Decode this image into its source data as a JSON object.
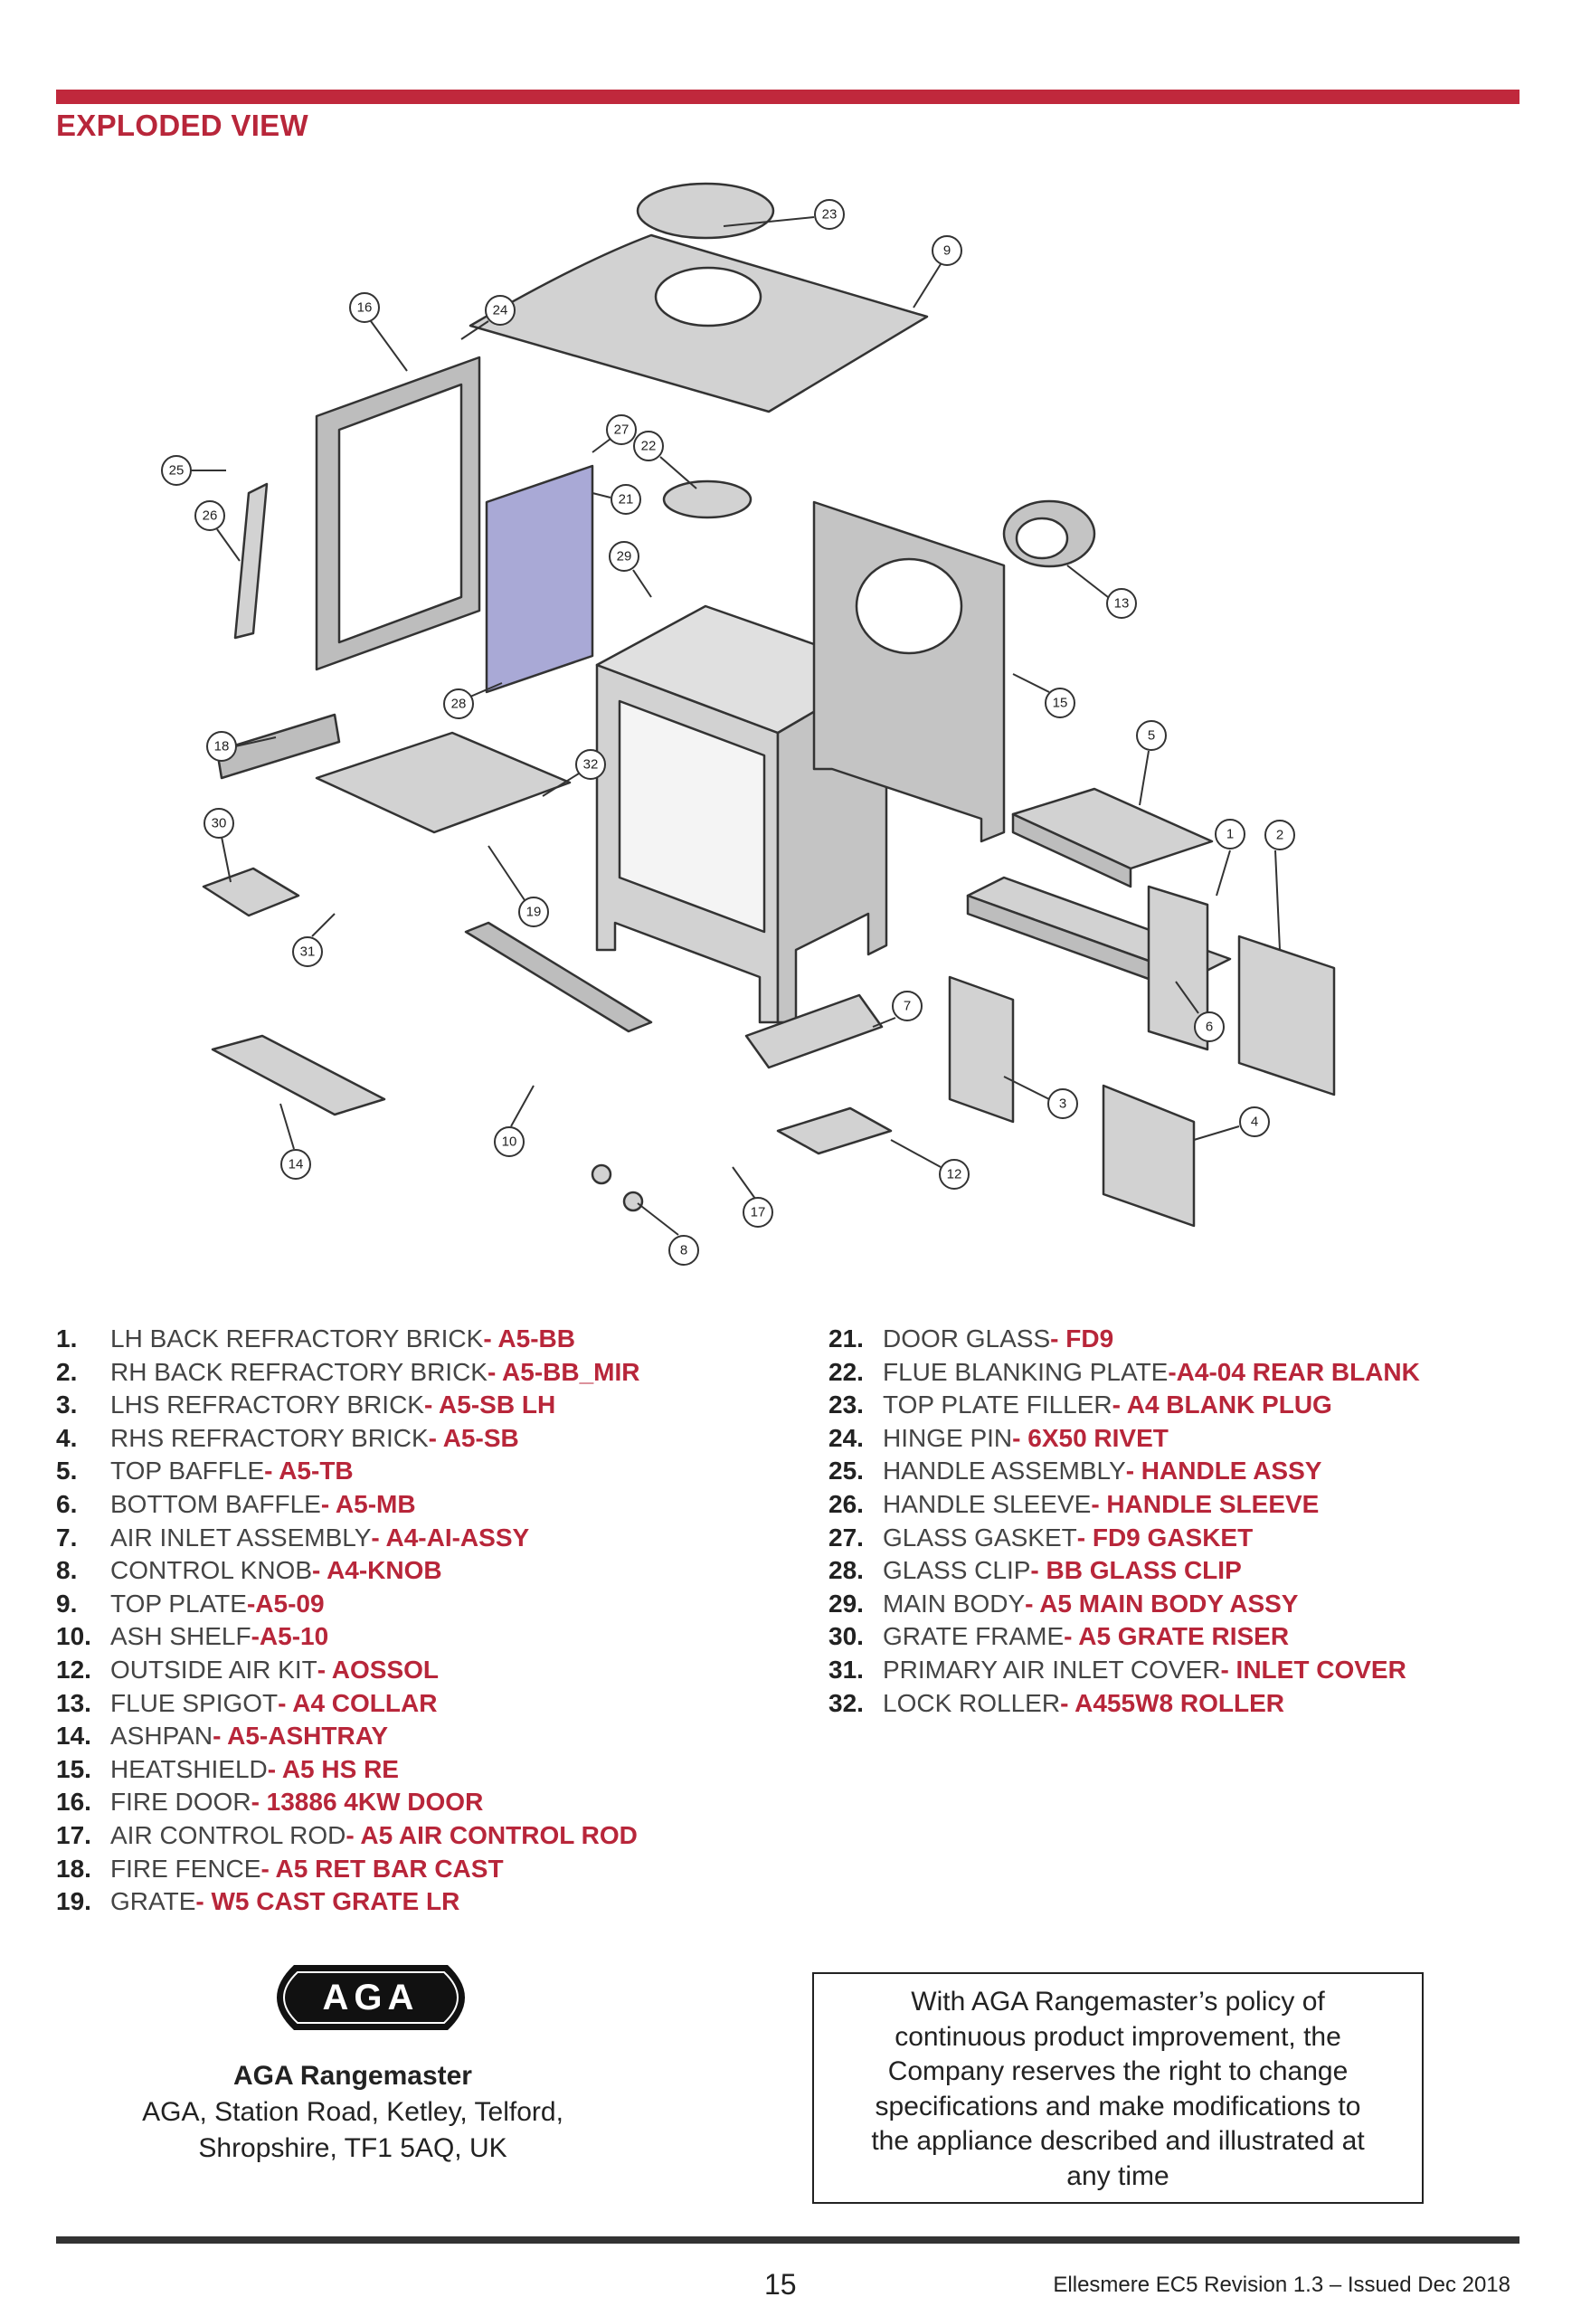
{
  "header": {
    "title": "EXPLODED VIEW"
  },
  "colors": {
    "accent": "#b8263a",
    "rule": "#c0283c",
    "glass": "#a9a9d6",
    "part_fill": "#d2d2d2"
  },
  "callouts": [
    "1",
    "2",
    "3",
    "4",
    "5",
    "6",
    "7",
    "8",
    "9",
    "10",
    "12",
    "13",
    "14",
    "15",
    "16",
    "17",
    "18",
    "19",
    "21",
    "22",
    "23",
    "24",
    "25",
    "26",
    "27",
    "28",
    "29",
    "30",
    "31",
    "32"
  ],
  "parts_left": [
    {
      "num": "1.",
      "name": "LH BACK REFRACTORY BRICK",
      "code": " - A5-BB"
    },
    {
      "num": "2.",
      "name": "RH BACK REFRACTORY BRICK",
      "code": " - A5-BB_MIR"
    },
    {
      "num": "3.",
      "name": "LHS REFRACTORY BRICK",
      "code": " - A5-SB LH"
    },
    {
      "num": "4.",
      "name": "RHS REFRACTORY BRICK",
      "code": " - A5-SB"
    },
    {
      "num": "5.",
      "name": "TOP BAFFLE",
      "code": " - A5-TB"
    },
    {
      "num": "6.",
      "name": "BOTTOM BAFFLE",
      "code": " - A5-MB"
    },
    {
      "num": "7.",
      "name": "AIR INLET ASSEMBLY",
      "code": " - A4-AI-ASSY"
    },
    {
      "num": "8.",
      "name": "CONTROL KNOB",
      "code": " - A4-KNOB"
    },
    {
      "num": "9.",
      "name": "TOP PLATE",
      "code": " -A5-09"
    },
    {
      "num": "10.",
      "name": "ASH SHELF",
      "code": " -A5-10"
    },
    {
      "num": "12.",
      "name": "OUTSIDE AIR KIT",
      "code": " - AOSSOL"
    },
    {
      "num": "13.",
      "name": "FLUE SPIGOT",
      "code": " - A4 COLLAR"
    },
    {
      "num": "14.",
      "name": "ASHPAN",
      "code": " - A5-ASHTRAY"
    },
    {
      "num": "15.",
      "name": "HEATSHIELD",
      "code": " - A5 HS RE"
    },
    {
      "num": "16.",
      "name": "FIRE DOOR",
      "code": " - 13886 4KW DOOR"
    },
    {
      "num": "17.",
      "name": "AIR CONTROL ROD",
      "code": " - A5 AIR CONTROL ROD"
    },
    {
      "num": "18.",
      "name": "FIRE FENCE",
      "code": " - A5 RET BAR CAST"
    },
    {
      "num": "19.",
      "name": "GRATE",
      "code": " - W5 CAST GRATE LR"
    }
  ],
  "parts_right": [
    {
      "num": "21.",
      "name": "DOOR GLASS",
      "code": " - FD9"
    },
    {
      "num": "22.",
      "name": "FLUE BLANKING PLATE",
      "code": " -A4-04 REAR BLANK"
    },
    {
      "num": "23.",
      "name": "TOP PLATE FILLER",
      "code": " - A4 BLANK PLUG"
    },
    {
      "num": "24.",
      "name": "HINGE PIN",
      "code": " - 6X50 RIVET"
    },
    {
      "num": "25.",
      "name": "HANDLE ASSEMBLY",
      "code": " - HANDLE ASSY"
    },
    {
      "num": "26.",
      "name": "HANDLE SLEEVE",
      "code": " - HANDLE SLEEVE"
    },
    {
      "num": "27.",
      "name": "GLASS GASKET",
      "code": " - FD9 GASKET"
    },
    {
      "num": "28.",
      "name": "GLASS CLIP",
      "code": " - BB GLASS CLIP"
    },
    {
      "num": "29.",
      "name": "MAIN BODY",
      "code": " - A5 MAIN BODY ASSY"
    },
    {
      "num": "30.",
      "name": "GRATE FRAME",
      "code": " - A5 GRATE RISER"
    },
    {
      "num": "31.",
      "name": "PRIMARY AIR INLET COVER",
      "code": " - INLET COVER"
    },
    {
      "num": "32.",
      "name": "LOCK ROLLER",
      "code": " - A455W8 ROLLER"
    }
  ],
  "logo": {
    "text": "AGA"
  },
  "company": {
    "name": "AGA Rangemaster",
    "address_line1": "AGA, Station Road, Ketley, Telford,",
    "address_line2": "Shropshire, TF1 5AQ, UK"
  },
  "notice": {
    "lines": [
      "With AGA Rangemaster’s policy of",
      "continuous product improvement, the",
      "Company reserves the right to change",
      "specifications and make modifications to",
      "the appliance described and illustrated at",
      "any time"
    ]
  },
  "footer": {
    "page_number": "15",
    "doc_ref": "Ellesmere EC5 Revision 1.3 – Issued Dec 2018"
  }
}
